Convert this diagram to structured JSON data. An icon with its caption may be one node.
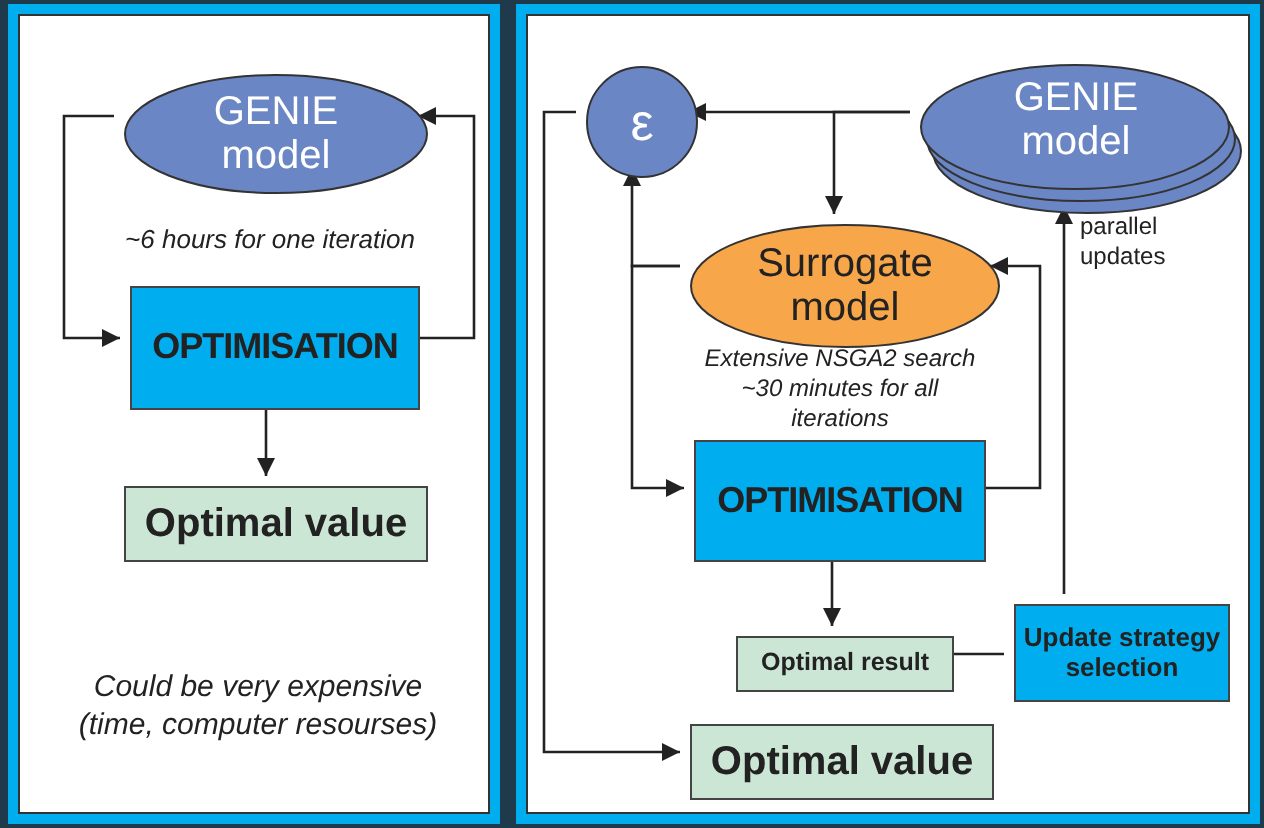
{
  "diagram": {
    "nodes": [
      {
        "text": [
          "Could be very expensive (time, computer resourses)"
        ]
      },
      {
        "text": [
          "GENIE model"
        ],
        "in": 0
      },
      {
        "text": [
          "OPTIMISATION"
        ],
        "in": 0
      },
      {
        "text": [
          "Optimal value"
        ],
        "in": 0
      },
      {
        "text": [],
        "shape": "box"
      },
      {
        "text": [
          "ε"
        ],
        "in": 4
      },
      {
        "text": [
          "GENIE model"
        ],
        "in": 4,
        "beside": [
          "parallel updates"
        ]
      },
      {
        "text": [
          "Surrogate model"
        ],
        "in": 4,
        "beside": [
          "Extensive NSGA2 search ~30 minutes for all iterations"
        ]
      },
      {
        "text": [
          "OPTIMISATION"
        ],
        "in": 4
      },
      {
        "text": [
          "Optimal result"
        ],
        "in": 4
      },
      {
        "text": [
          "Update strategy selection"
        ],
        "in": 4
      },
      {
        "text": [
          "Optimal value"
        ],
        "in": 4
      }
    ],
    "edges": [
      {
        "from": 1,
        "to": 2,
        "arrow": "to"
      },
      {
        "from": 2,
        "to": 1,
        "arrow": "to"
      },
      {
        "from": 2,
        "to": 3,
        "arrow": "to"
      },
      {
        "from": 6,
        "to": 5,
        "arrow": "to"
      },
      {
        "from": 6,
        "to": 7,
        "arrow": "to"
      },
      {
        "from": 7,
        "to": 5,
        "arrow": "to"
      },
      {
        "from": 7,
        "to": 8,
        "arrow": "to"
      },
      {
        "from": 8,
        "to": 7,
        "arrow": "to"
      },
      {
        "from": 8,
        "to": 9,
        "arrow": "to"
      },
      {
        "from": 9,
        "to": 10,
        "arrow": "none"
      },
      {
        "from": 10,
        "to": 6,
        "arrow": "to"
      },
      {
        "from": 5,
        "to": 11,
        "arrow": "to"
      }
    ],
    "labels": [
      "~6 hours for one iteration"
    ]
  }
}
